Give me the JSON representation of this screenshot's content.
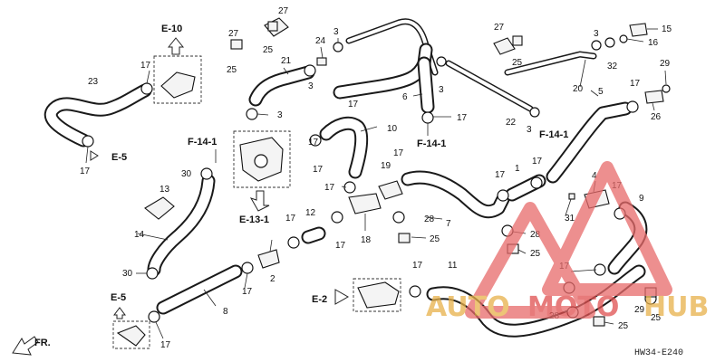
{
  "diagram_code": "HW34-E240",
  "direction_label": "FR.",
  "watermark": {
    "brand_parts": [
      "AUTO",
      "MOTO",
      "HUB"
    ],
    "colors": {
      "warm": "#e8b14a",
      "red": "#e05050",
      "tri": "#e86a6a"
    }
  },
  "ref_labels": {
    "e10": "E-10",
    "e5_top": "E-5",
    "f14_left": "F-14-1",
    "f14_mid": "F-14-1",
    "f14_right": "F-14-1",
    "e13": "E-13-1",
    "e5_bottom": "E-5",
    "e2": "E-2"
  },
  "callouts": {
    "n1": "1",
    "n2": "2",
    "n3a": "3",
    "n3b": "3",
    "n3c": "3",
    "n3d": "3",
    "n3e": "3",
    "n3f": "3",
    "n4": "4",
    "n5": "5",
    "n6": "6",
    "n7": "7",
    "n8": "8",
    "n9": "9",
    "n10": "10",
    "n11": "11",
    "n12": "12",
    "n13": "13",
    "n14": "14",
    "n15": "15",
    "n16": "16",
    "n17a": "17",
    "n17b": "17",
    "n17c": "17",
    "n17d": "17",
    "n17e": "17",
    "n17f": "17",
    "n17g": "17",
    "n17h": "17",
    "n17i": "17",
    "n17j": "17",
    "n17k": "17",
    "n17l": "17",
    "n17m": "17",
    "n17n": "17",
    "n17o": "17",
    "n17p": "17",
    "n17q": "17",
    "n17r": "17",
    "n18": "18",
    "n19": "19",
    "n20": "20",
    "n21": "21",
    "n22": "22",
    "n23": "23",
    "n24": "24",
    "n25a": "25",
    "n25b": "25",
    "n25c": "25",
    "n25d": "25",
    "n25e": "25",
    "n25f": "25",
    "n25g": "25",
    "n26": "26",
    "n27a": "27",
    "n27b": "27",
    "n28a": "28",
    "n28b": "28",
    "n28c": "28",
    "n28d": "28",
    "n29a": "29",
    "n29b": "29",
    "n30a": "30",
    "n30b": "30",
    "n31": "31",
    "n32": "32"
  }
}
